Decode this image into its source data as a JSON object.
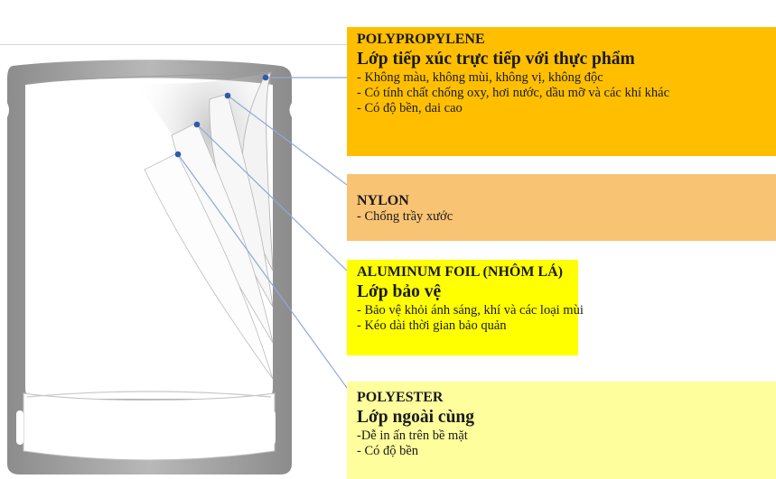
{
  "colors": {
    "polypropylene": "#ffbf00",
    "nylon": "#f9c374",
    "aluminum_foil": "#ffff00",
    "polyester": "#fefe9c",
    "connector": "#8ea9d8",
    "pouch_frame": "#a6a6a6",
    "dot": "#2e5aa8"
  },
  "layers": [
    {
      "name": "POLYPROPYLENE",
      "subtitle": "Lớp tiếp xúc trực tiếp với thực phẩm",
      "lines": [
        "- Không màu, không mùi, không vị, không độc",
        "-  Có tính chất chống oxy, hơi nước, dầu mỡ và các khí khác",
        "- Có độ bền, dai cao"
      ]
    },
    {
      "name": "NYLON",
      "lines": [
        "- Chống trầy xước"
      ]
    },
    {
      "name": "ALUMINUM FOIL (NHÔM LÁ)",
      "subtitle": "Lớp bảo vệ",
      "lines": [
        "- Bảo vệ khỏi ánh sáng, khí và các loại mùi",
        "- Kéo dài thời gian bảo quản"
      ]
    },
    {
      "name": "POLYESTER",
      "subtitle": "Lớp ngoài cùng",
      "lines": [
        "-Dễ in ấn trên bề mặt",
        "- Có độ bền"
      ]
    }
  ]
}
